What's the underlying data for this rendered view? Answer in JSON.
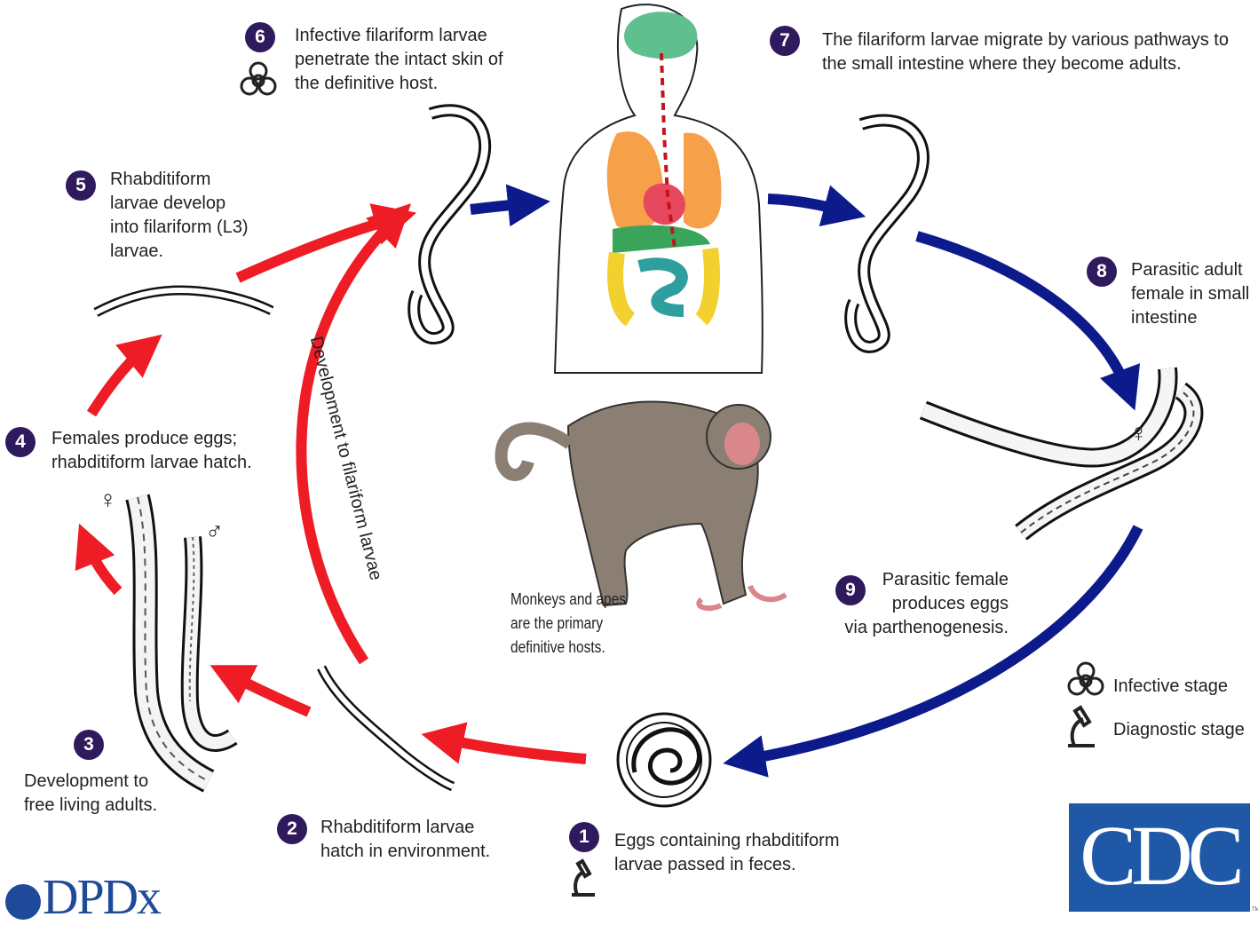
{
  "steps": [
    {
      "num": "1",
      "lines": [
        "Eggs containing rhabditiform",
        "larvae passed in feces."
      ]
    },
    {
      "num": "2",
      "lines": [
        "Rhabditiform larvae",
        "hatch in environment."
      ]
    },
    {
      "num": "3",
      "lines": [
        "Development to",
        "free living adults."
      ]
    },
    {
      "num": "4",
      "lines": [
        "Females produce eggs;",
        "rhabditiform larvae hatch."
      ]
    },
    {
      "num": "5",
      "lines": [
        "Rhabditiform",
        "larvae develop",
        "into filariform (L3)",
        "larvae."
      ]
    },
    {
      "num": "6",
      "lines": [
        "Infective filariform larvae",
        "penetrate the intact skin of",
        "the definitive host."
      ]
    },
    {
      "num": "7",
      "lines": [
        "The filariform larvae migrate by various pathways to",
        "the small intestine where they become adults."
      ]
    },
    {
      "num": "8",
      "lines": [
        "Parasitic adult",
        "female in small",
        "intestine"
      ]
    },
    {
      "num": "9",
      "lines": [
        "Parasitic female",
        "produces eggs",
        "via parthenogenesis."
      ]
    }
  ],
  "arrow_label": "Development  to filariform larvae",
  "host_note": [
    "Monkeys and apes",
    "are the primary",
    "definitive hosts."
  ],
  "sex_symbols": {
    "female": "♀",
    "male": "♂"
  },
  "legend": {
    "infective": "Infective stage",
    "diagnostic": "Diagnostic stage"
  },
  "logos": {
    "dpdx": "DPDx",
    "cdc": "CDC",
    "tm": "TM"
  },
  "colors": {
    "badge": "#2e1a5c",
    "red_arrow": "#ee1c24",
    "blue_arrow": "#0d1a8c",
    "cdc_blue": "#1f58a6"
  }
}
